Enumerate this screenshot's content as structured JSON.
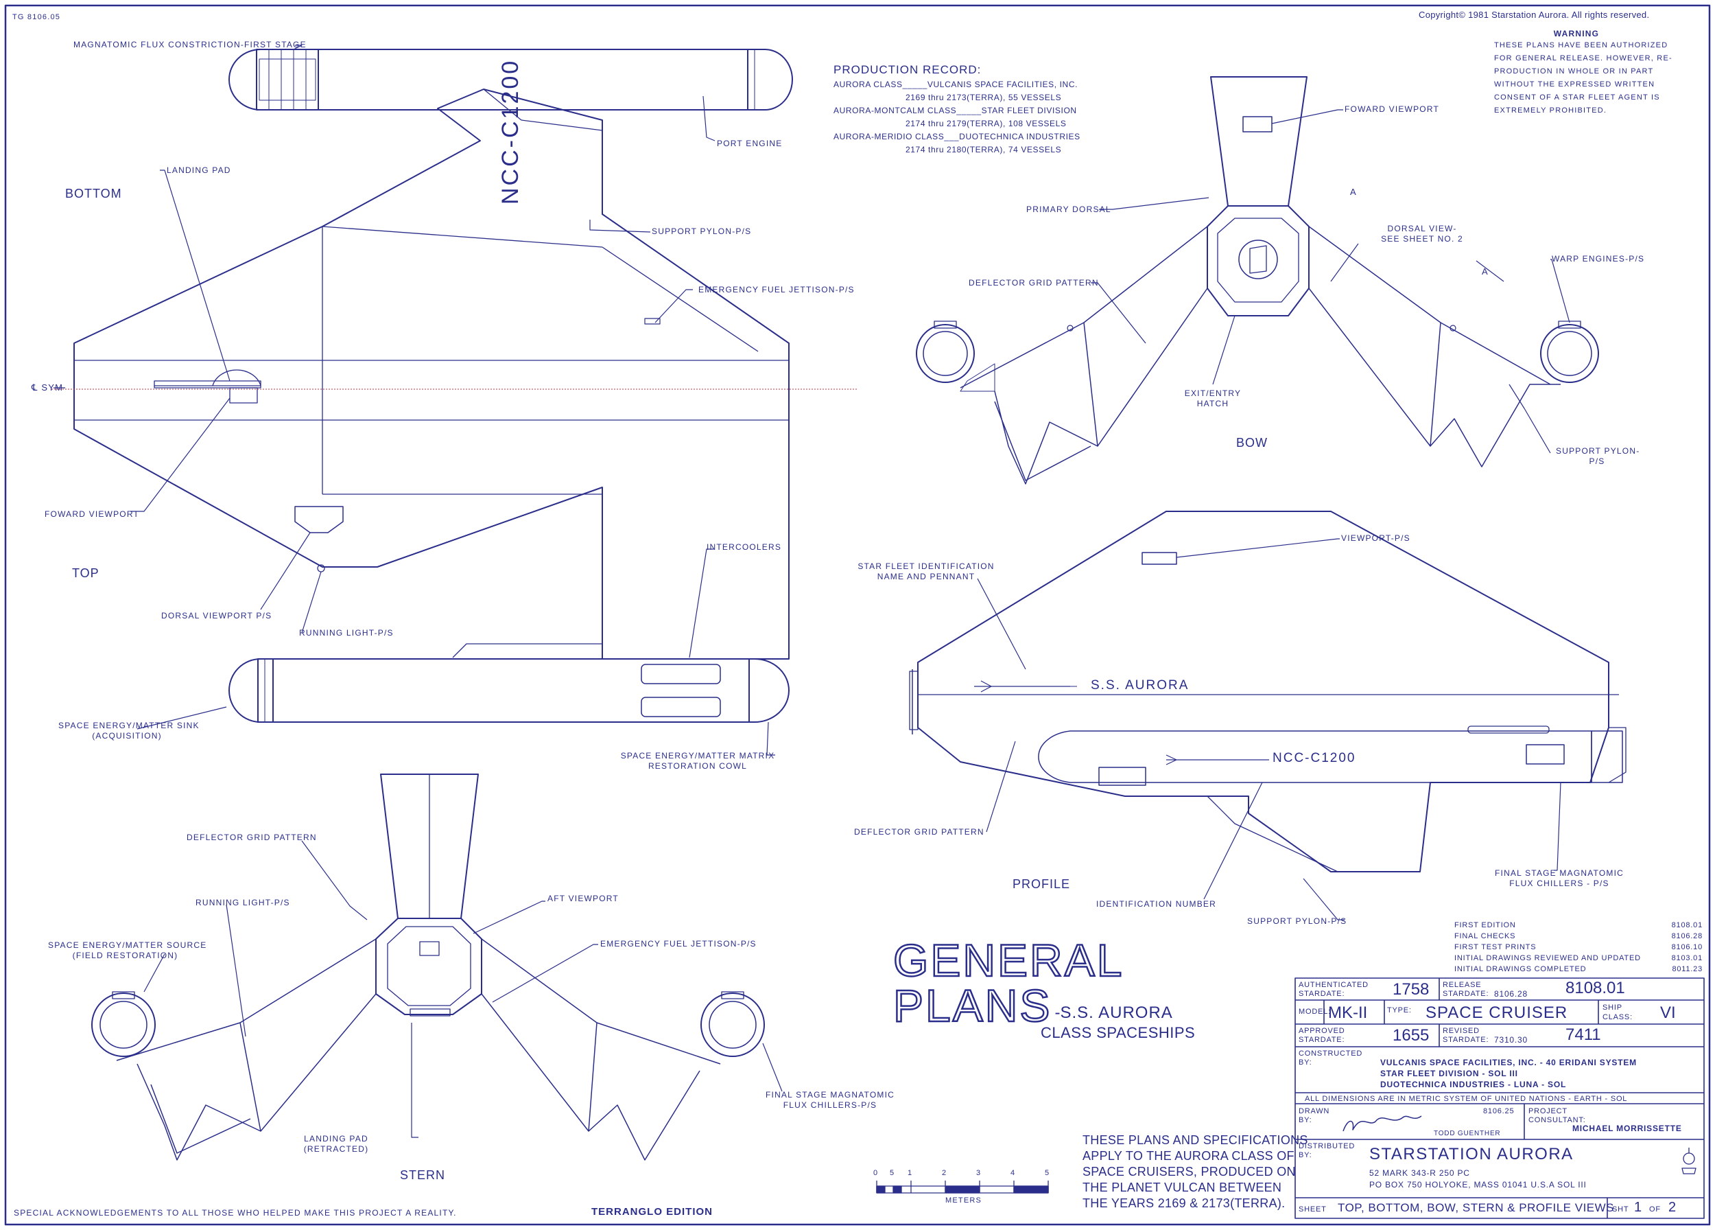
{
  "corner_code": "TG 8106.05",
  "copyright": "Copyright© 1981 Starstation Aurora. All rights reserved.",
  "warning": {
    "title": "WARNING",
    "lines": [
      "THESE PLANS HAVE BEEN AUTHORIZED",
      "FOR GENERAL RELEASE. HOWEVER, RE-",
      "PRODUCTION IN WHOLE OR IN PART",
      "WITHOUT THE EXPRESSED WRITTEN",
      "CONSENT OF A STAR FLEET AGENT IS",
      "EXTREMELY PROHIBITED."
    ]
  },
  "production_record": {
    "title": "PRODUCTION RECORD:",
    "lines": [
      "AURORA CLASS_____VULCANIS SPACE FACILITIES, INC.",
      "2169 thru 2173(TERRA), 55 VESSELS",
      "AURORA-MONTCALM CLASS_____STAR FLEET DIVISION",
      "2174 thru 2179(TERRA), 108 VESSELS",
      "AURORA-MERIDIO CLASS___DUOTECHNICA INDUSTRIES",
      "2174 thru 2180(TERRA), 74 VESSELS"
    ]
  },
  "views": {
    "bottom": "BOTTOM",
    "top": "TOP",
    "bow": "BOW",
    "stern": "STERN",
    "profile": "PROFILE"
  },
  "hull_numbers": {
    "bottom": "NCC-C1200",
    "profile_name": "S.S. AURORA",
    "profile_number": "NCC-C1200"
  },
  "labels": {
    "flux_first_stage": "MAGNATOMIC FLUX CONSTRICTION-FIRST STAGE",
    "port_engine": "PORT ENGINE",
    "landing_pad": "LANDING PAD",
    "support_pylon": "SUPPORT PYLON-P/S",
    "emergency_fuel": "EMERGENCY FUEL JETTISON-P/S",
    "csym": "℄ SYM",
    "foward_viewport": "FOWARD VIEWPORT",
    "dorsal_viewport": "DORSAL VIEWPORT P/S",
    "running_light": "RUNNING LIGHT-P/S",
    "intercoolers": "INTERCOOLERS",
    "sink": "SPACE ENERGY/MATTER SINK",
    "sink_sub": "(ACQUISITION)",
    "matrix": "SPACE ENERGY/MATTER MATRIX",
    "matrix_sub": "RESTORATION COWL",
    "bow_foward_viewport": "FOWARD VIEWPORT",
    "primary_dorsal": "PRIMARY DORSAL",
    "dorsal_view": "DORSAL VIEW-",
    "dorsal_view_sub": "SEE SHEET NO. 2",
    "warp_engines": "WARP ENGINES-P/S",
    "bow_deflector": "DEFLECTOR GRID PATTERN",
    "exit_hatch": "EXIT/ENTRY",
    "exit_hatch_sub": "HATCH",
    "bow_support_pylon": "SUPPORT PYLON-",
    "bow_support_pylon_sub": "P/S",
    "section_a": "A",
    "viewport_ps": "VIEWPORT-P/S",
    "star_fleet_id": "STAR FLEET IDENTIFICATION",
    "star_fleet_id_sub": "NAME AND PENNANT",
    "profile_deflector": "DEFLECTOR GRID PATTERN",
    "identification_number": "IDENTIFICATION NUMBER",
    "profile_support_pylon": "SUPPORT PYLON-P/S",
    "profile_flux": "FINAL STAGE MAGNATOMIC",
    "profile_flux_sub": "FLUX CHILLERS - P/S",
    "stern_deflector": "DEFLECTOR GRID PATTERN",
    "stern_running_light": "RUNNING LIGHT-P/S",
    "aft_viewport": "AFT VIEWPORT",
    "stern_emergency_fuel": "EMERGENCY FUEL JETTISON-P/S",
    "source": "SPACE ENERGY/MATTER SOURCE",
    "source_sub": "(FIELD RESTORATION)",
    "stern_landing_pad": "LANDING PAD",
    "stern_landing_pad_sub": "(RETRACTED)",
    "stern_flux": "FINAL STAGE MAGNATOMIC",
    "stern_flux_sub": "FLUX CHILLERS-P/S"
  },
  "general_plans": {
    "line1": "GENERAL",
    "line2": "PLANS",
    "suffix": "S.S. AURORA",
    "suffix2": "CLASS SPACESHIPS"
  },
  "specs_note": [
    "THESE PLANS AND SPECIFICATIONS",
    "APPLY TO THE AURORA CLASS OF",
    "SPACE CRUISERS, PRODUCED ON",
    "THE PLANET VULCAN BETWEEN",
    "THE YEARS 2169 & 2173(TERRA)."
  ],
  "scale": {
    "ticks": [
      "0",
      "5",
      "1",
      "2",
      "3",
      "4",
      "5"
    ],
    "unit": "METERS"
  },
  "acknowledgement": "SPECIAL ACKNOWLEDGEMENTS TO ALL THOSE WHO HELPED MAKE THIS PROJECT A REALITY.",
  "edition": "TERRANGLO EDITION",
  "revisions": [
    {
      "label": "FIRST EDITION",
      "value": "8108.01"
    },
    {
      "label": "FINAL CHECKS",
      "value": "8106.28"
    },
    {
      "label": "FIRST TEST PRINTS",
      "value": "8106.10"
    },
    {
      "label": "INITIAL DRAWINGS REVIEWED AND UPDATED",
      "value": "8103.01"
    },
    {
      "label": "INITIAL DRAWINGS COMPLETED",
      "value": "8011.23"
    }
  ],
  "title_block": {
    "authenticated_label": "AUTHENTICATED",
    "stardate_label": "STARDATE:",
    "authenticated_value": "1758",
    "release_label": "RELEASE",
    "release_stardate": "8106.28",
    "release_value": "8108.01",
    "model_label": "MODEL:",
    "model_value": "MK-II",
    "type_label": "TYPE:",
    "type_value": "SPACE CRUISER",
    "ship_class_label": "SHIP",
    "class_label": "CLASS:",
    "ship_class_value": "VI",
    "approved_label": "APPROVED",
    "approved_value": "1655",
    "revised_label": "REVISED",
    "revised_stardate": "7310.30",
    "revised_value": "7411",
    "constructed_label": "CONSTRUCTED",
    "by_label": "BY:",
    "constructed_lines": [
      "VULCANIS SPACE FACILITIES, INC. - 40 ERIDANI SYSTEM",
      "STAR FLEET DIVISION - SOL III",
      "DUOTECHNICA INDUSTRIES - LUNA - SOL"
    ],
    "dimensions_note": "ALL DIMENSIONS ARE IN METRIC SYSTEM OF UNITED NATIONS - EARTH - SOL",
    "drawn_label": "DRAWN",
    "drawn_stardate": "8106.25",
    "drawn_name": "TODD GUENTHER",
    "project_label": "PROJECT",
    "consultant_label": "CONSULTANT:",
    "consultant_value": "MICHAEL MORRISSETTE",
    "distributed_label": "DISTRIBUTED",
    "distributor": "STARSTATION AURORA",
    "address1": "52 MARK 343-R 250 PC",
    "address2": "PO BOX 750  HOLYOKE, MASS  01041  U.S.A   SOL III",
    "sheet_label": "SHEET",
    "sheet_value": "TOP, BOTTOM, BOW, STERN & PROFILE VIEWS",
    "sht_label": "SHT",
    "sht_value": "1",
    "of_label": "OF",
    "of_value": "2"
  },
  "colors": {
    "ink": "#2a2e8a",
    "accent_red": "#c23040",
    "paper": "#ffffff"
  }
}
